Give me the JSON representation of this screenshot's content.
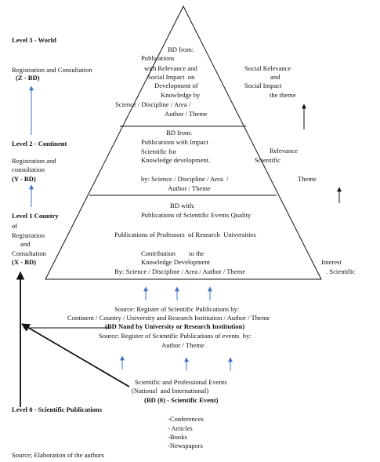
{
  "left": {
    "level3_title": "Level 3 - World",
    "level3_reg": "Registration and Consultation",
    "level3_code": "(Z - BD)",
    "level2_title": "Level 2 - Continent",
    "level2_reg1": "Registration and",
    "level2_reg2": "consultation",
    "level2_code": "(Y - BD)",
    "level1_title": "Level 1 Country",
    "level1_of": "of",
    "level1_reg": "Registration",
    "level1_and": "and",
    "level1_cons": "Consultation",
    "level1_code": "(X - BD)",
    "level0_title": "Level 0 - Scientific Publications",
    "source": "Source; Elaboration of the authors"
  },
  "pyramid": {
    "top": {
      "l1": "BD from:",
      "l2": "Publications",
      "l3": "with Relevance and",
      "l4": "Social Impact  on",
      "l5": "Development of",
      "l6": "Knowledge by",
      "l7": "Science / Discipline / Area /",
      "l8": "Author / Theme"
    },
    "middle": {
      "l1": "BD from:",
      "l2": "Publications with Impact",
      "l3": "Scientific for",
      "l4": "Knowledge development.",
      "l5": "by: Science / Discipline / Area  /",
      "l6": "Author / Theme"
    },
    "bottom": {
      "l1": "BD with:",
      "l2": "Publications of Scientific Events Quality",
      "l3": "Publications of Professors  of Research  Universities",
      "l4": "Contribution        to the",
      "l5": "Knowledge Development",
      "l6": "By: Science / Discipline / Area / Author / Theme"
    }
  },
  "right": {
    "top_social": "Social Relevance",
    "top_and": "and",
    "top_impact": "Social Impact",
    "top_theme": "the theme",
    "mid_relevance": "Relevance",
    "mid_scientific": "Scientific",
    "mid_theme": "Theme",
    "bot_interest": "Interest",
    "bot_scientific": ". Scientific"
  },
  "register": {
    "l1": "Source: Register of Scientific Publications by:",
    "l2": "Continent / Country / University and Research Institution / Author / Theme",
    "l3": "(BD Nand by University or Research Institution)",
    "l4": "Source: Register of Scientific Publications of events  by:",
    "l5": "Author / Theme"
  },
  "events": {
    "l1": "Scientific and Professional Events",
    "l2": "(National  and International)",
    "l3": "(BD (0) - Scientific Event)"
  },
  "list": {
    "items": [
      "-Conferences",
      "- Articles",
      "-Books",
      "-Newspapers"
    ]
  },
  "colors": {
    "blue_arrow": "#4472c4",
    "black": "#111111"
  }
}
